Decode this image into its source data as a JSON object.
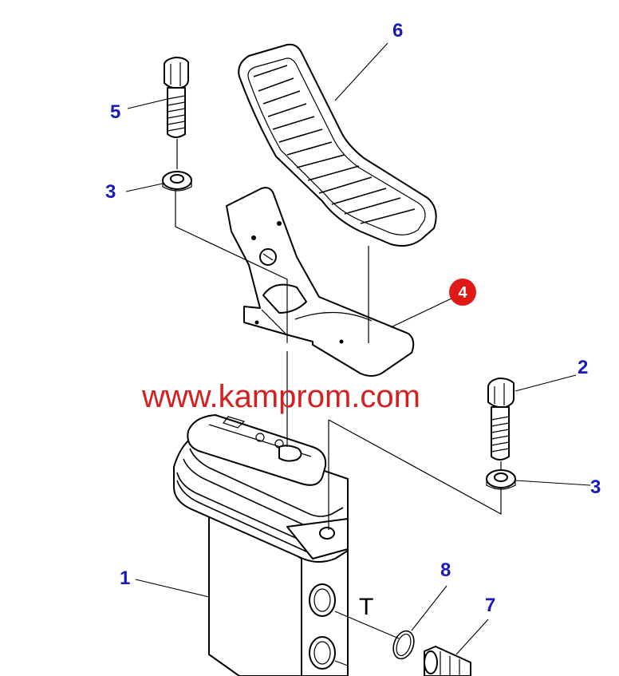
{
  "watermark": "www.kamprom.com",
  "port_label": "T",
  "callouts": {
    "c1": "1",
    "c2": "2",
    "c3a": "3",
    "c3b": "3",
    "c4": "4",
    "c5": "5",
    "c6": "6",
    "c7": "7",
    "c8": "8"
  },
  "colors": {
    "callout": "#1a1ab8",
    "highlight_callout": "#e01818",
    "watermark": "#d42020"
  }
}
